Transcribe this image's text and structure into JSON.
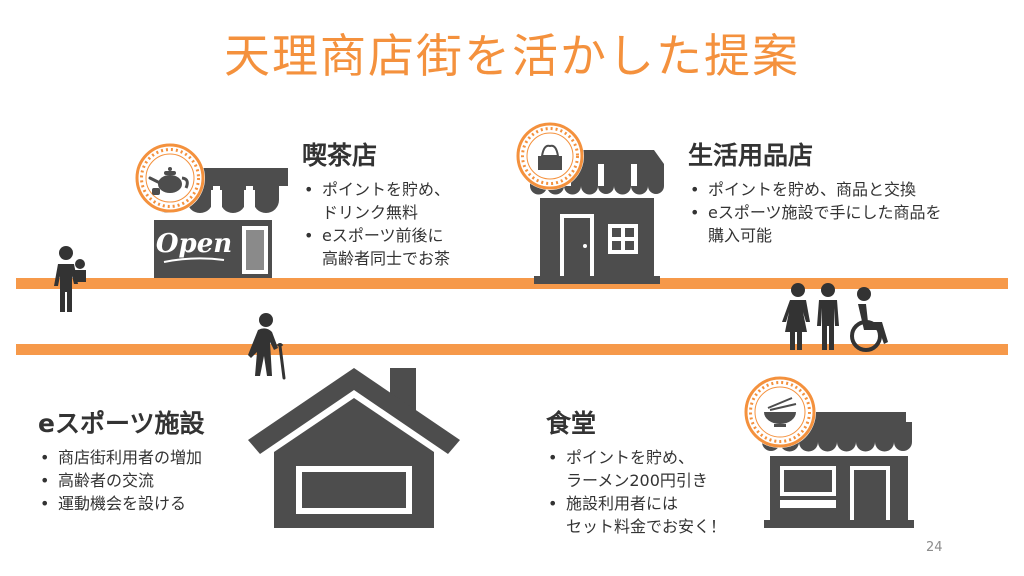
{
  "title": "天理商店街を活かした提案",
  "page_number": "24",
  "colors": {
    "accent": "#f4913d",
    "road": "#f6994a",
    "building": "#4d4d4d",
    "text": "#333333"
  },
  "sections": {
    "cafe": {
      "heading": "喫茶店",
      "sign": "Open",
      "bullets": [
        [
          "ポイントを貯め、",
          "ドリンク無料"
        ],
        [
          "eスポーツ前後に",
          "高齢者同士でお茶"
        ]
      ]
    },
    "goods": {
      "heading": "生活用品店",
      "bullets": [
        [
          "ポイントを貯め、商品と交換"
        ],
        [
          "eスポーツ施設で手にした商品を",
          "購入可能"
        ]
      ]
    },
    "esports": {
      "heading": "eスポーツ施設",
      "bullets": [
        [
          "商店街利用者の増加"
        ],
        [
          "高齢者の交流"
        ],
        [
          "運動機会を設ける"
        ]
      ]
    },
    "diner": {
      "heading": "食堂",
      "bullets": [
        [
          "ポイントを貯め、",
          "ラーメン200円引き"
        ],
        [
          "施設利用者には",
          "セット料金でお安く！"
        ]
      ]
    }
  },
  "icons": {
    "cafe_badge": "teapot-badge-icon",
    "goods_badge": "tissue-box-badge-icon",
    "diner_badge": "ramen-badge-icon"
  }
}
